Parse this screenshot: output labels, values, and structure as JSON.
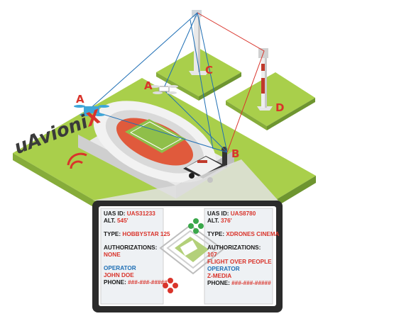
{
  "labels": {
    "a_left": "A",
    "a_right": "A",
    "b": "B",
    "c": "C",
    "d": "D"
  },
  "brand": {
    "text_1": "uAvioni",
    "text_2": "X"
  },
  "left_panel": {
    "uas_id_key": "UAS ID:",
    "uas_id_val": "UAS31233",
    "alt_key": "ALT.",
    "alt_val": "545'",
    "type_key": "TYPE:",
    "type_val": "HOBBYSTAR 125",
    "auth_key": "AUTHORIZATIONS:",
    "auth_val": "NONE",
    "operator_key": "OPERATOR",
    "operator_val": "JOHN DOE",
    "phone_key": "PHONE:",
    "phone_val": "###-###-#####"
  },
  "right_panel": {
    "uas_id_key": "UAS ID:",
    "uas_id_val": "UAS8780",
    "alt_key": "ALT.",
    "alt_val": "376'",
    "type_key": "TYPE:",
    "type_val": "XDRONES CINEMA",
    "auth_key": "AUTHORIZATIONS:",
    "auth_val_1": "107",
    "auth_val_2": "FLIGHT OVER PEOPLE",
    "operator_key": "OPERATOR",
    "operator_val": "Z-MEDIA",
    "phone_key": "PHONE:",
    "phone_val": "###-###-#####"
  },
  "colors": {
    "grass": "#a9cf4b",
    "grass_side": "#7fa534",
    "accent_red": "#d9342b",
    "link_blue": "#1f6fb5",
    "tablet_frame": "#2b2b2b"
  }
}
